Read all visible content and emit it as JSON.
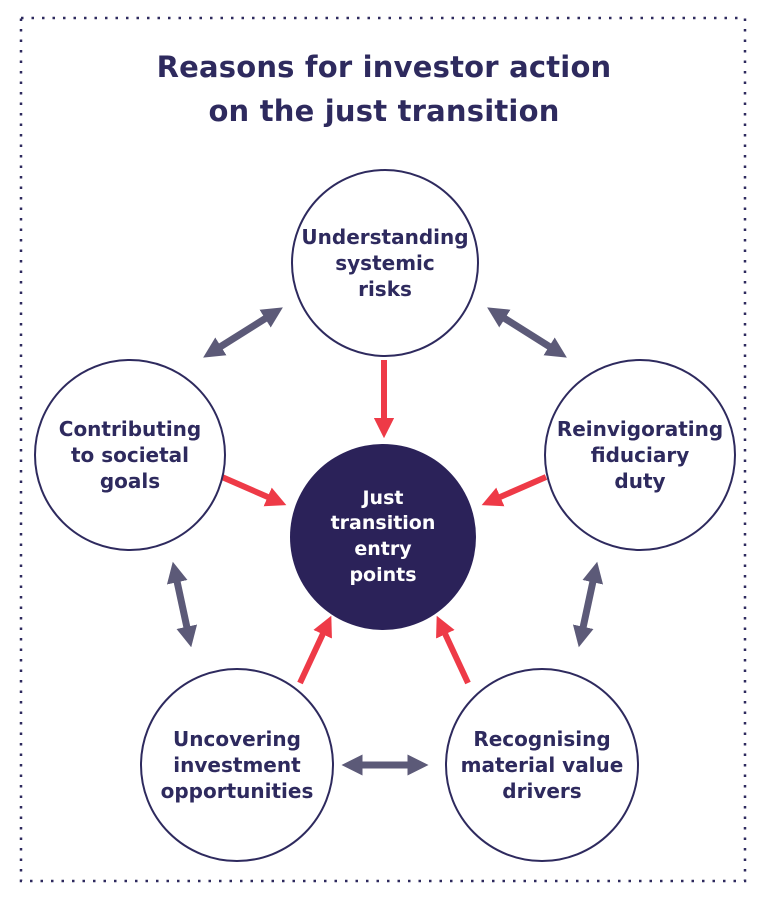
{
  "title": "Reasons for investor action\non the just transition",
  "center_circle": {
    "label": "Just\ntransition\nentry\npoints"
  },
  "outer_circles": [
    {
      "id": "understanding-systemic-risks",
      "label": "Understanding\nsystemic\nrisks"
    },
    {
      "id": "contributing-to-societal-goals",
      "label": "Contributing\nto societal\ngoals"
    },
    {
      "id": "reinvigorating-fiduciary-duty",
      "label": "Reinvigorating\nfiduciary\nduty"
    },
    {
      "id": "uncovering-investment-opportunities",
      "label": "Uncovering\ninvestment\nopportunities"
    },
    {
      "id": "recognising-material-value-drivers",
      "label": "Recognising\nmaterial value\ndrivers"
    }
  ],
  "colors": {
    "navy": "#2e2a5e",
    "navy_fill": "#2b2259",
    "red_arrow": "#ee3a47",
    "slate_arrow": "#5c5a78"
  }
}
